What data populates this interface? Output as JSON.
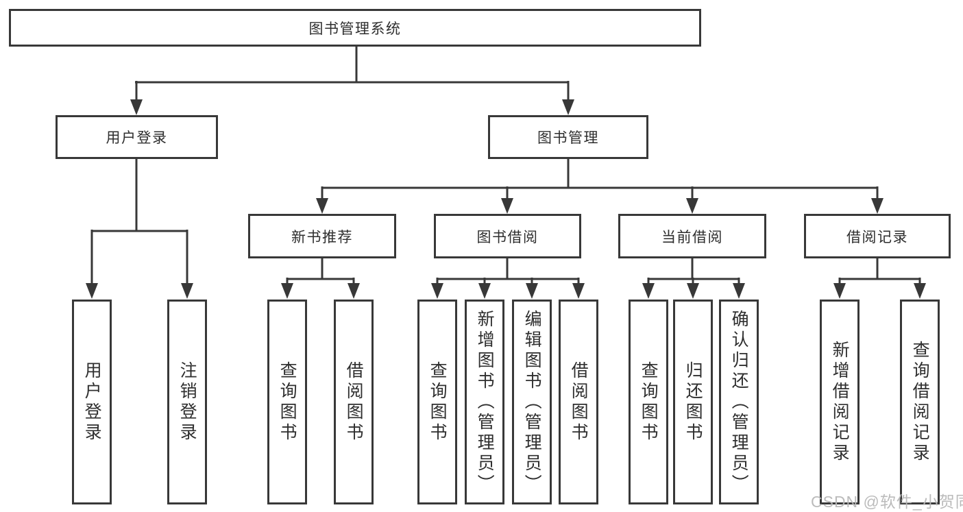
{
  "diagram_title": "图书管理系统",
  "tree": {
    "root": {
      "label": "图书管理系统"
    },
    "branches": [
      {
        "label": "用户登录",
        "children": [
          {
            "label": "用户登录"
          },
          {
            "label": "注销登录"
          }
        ]
      },
      {
        "label": "图书管理",
        "children": [
          {
            "label": "新书推荐",
            "children": [
              {
                "label": "查询图书"
              },
              {
                "label": "借阅图书"
              }
            ]
          },
          {
            "label": "图书借阅",
            "children": [
              {
                "label": "查询图书"
              },
              {
                "label": "新增图书（管理员）"
              },
              {
                "label": "编辑图书（管理员）"
              },
              {
                "label": "借阅图书"
              }
            ]
          },
          {
            "label": "当前借阅",
            "children": [
              {
                "label": "查询图书"
              },
              {
                "label": "归还图书"
              },
              {
                "label": "确认归还（管理员）"
              }
            ]
          },
          {
            "label": "借阅记录",
            "children": [
              {
                "label": "新增借阅记录"
              },
              {
                "label": "查询借阅记录"
              }
            ]
          }
        ]
      }
    ]
  },
  "watermark": {
    "text": "CSDN @软件_小贺同学",
    "color": "#b8b8b8"
  },
  "colors": {
    "line": "#383838",
    "box_border": "#383838",
    "text": "#2e2e2e",
    "background": "#ffffff"
  }
}
